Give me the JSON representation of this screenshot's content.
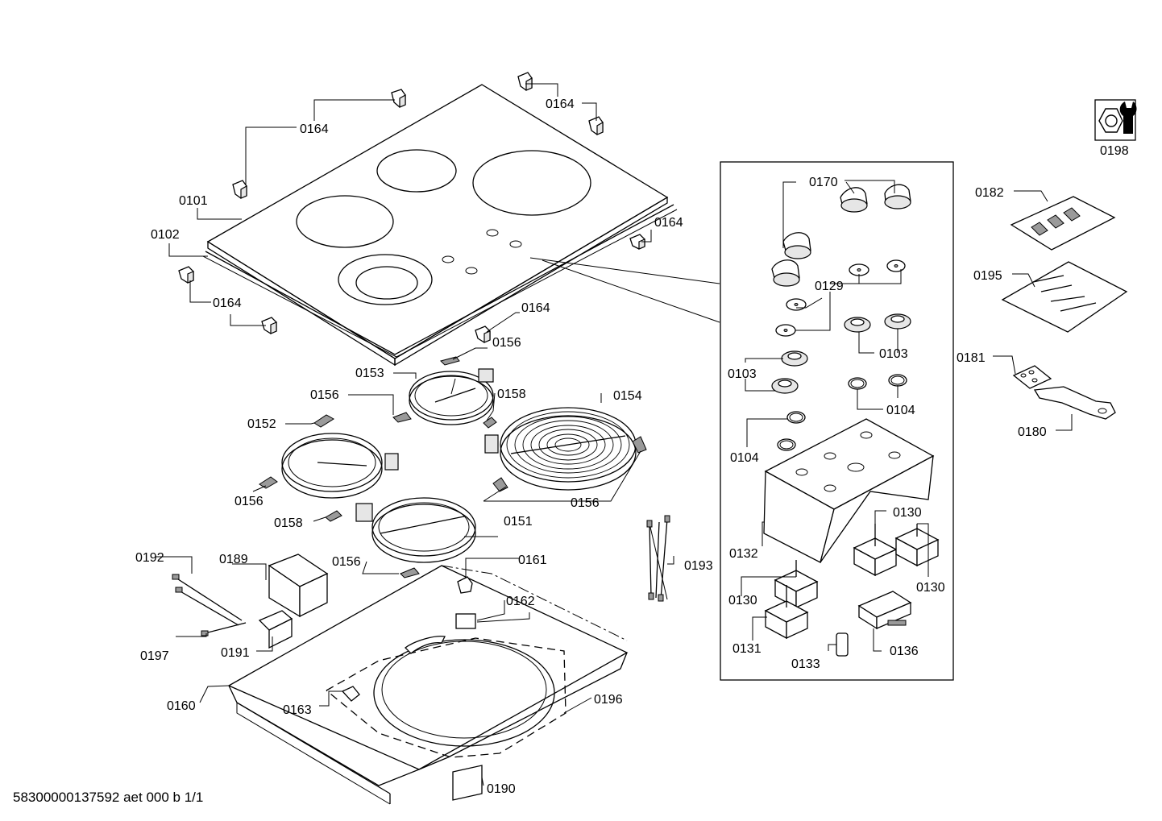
{
  "footer": {
    "document_code": "58300000137592 aet 000 b 1/1"
  },
  "service_icon": {
    "icon": "nut-wrench-icon",
    "label": "0198"
  },
  "labels": {
    "l0164_a": "0164",
    "l0164_b": "0164",
    "l0164_c": "0164",
    "l0164_d": "0164",
    "l0164_e": "0164",
    "l0101": "0101",
    "l0102": "0102",
    "l0156_a": "0156",
    "l0153": "0153",
    "l0156_b": "0156",
    "l0158_a": "0158",
    "l0154": "0154",
    "l0152": "0152",
    "l0156_c": "0156",
    "l0156_d": "0156",
    "l0158_b": "0158",
    "l0151": "0151",
    "l0192": "0192",
    "l0189": "0189",
    "l0156_e": "0156",
    "l0161": "0161",
    "l0162": "0162",
    "l0193": "0193",
    "l0197": "0197",
    "l0191": "0191",
    "l0160": "0160",
    "l0163": "0163",
    "l0196": "0196",
    "l0190": "0190",
    "l0170": "0170",
    "l0129": "0129",
    "l0103_a": "0103",
    "l0103_b": "0103",
    "l0104_a": "0104",
    "l0104_b": "0104",
    "l0132": "0132",
    "l0130_a": "0130",
    "l0130_b": "0130",
    "l0130_c": "0130",
    "l0131": "0131",
    "l0133": "0133",
    "l0136": "0136",
    "l0182": "0182",
    "l0195": "0195",
    "l0181": "0181",
    "l0180": "0180"
  }
}
